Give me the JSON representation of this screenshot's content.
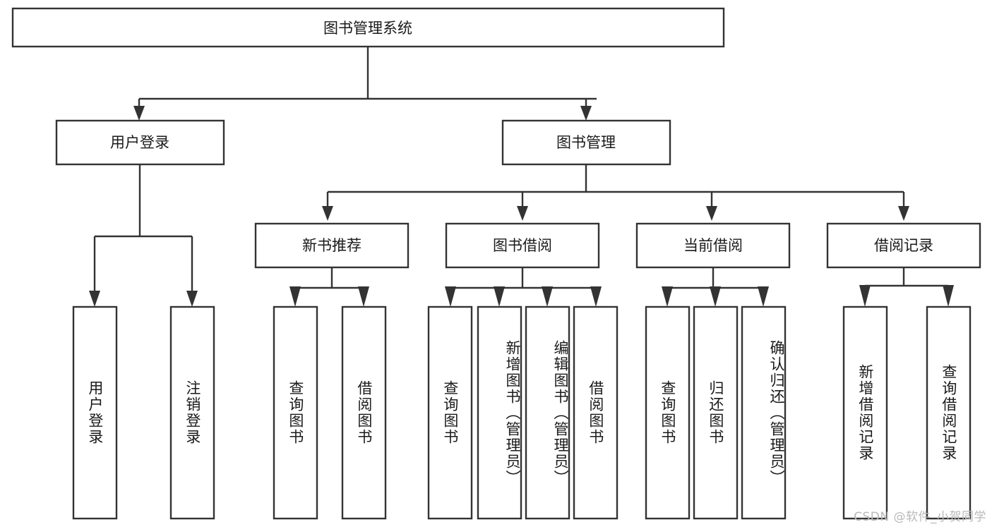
{
  "diagram": {
    "type": "tree-hierarchy",
    "title": "图书管理系统",
    "watermark": "CSDN @软件_小贺同学",
    "colors": {
      "background": "#ffffff",
      "box_fill": "#ffffff",
      "box_stroke": "#333333",
      "text": "#1a1a1a",
      "watermark": "#b9b9b9"
    },
    "levels": {
      "root": {
        "label": "图书管理系统",
        "orientation": "horizontal"
      },
      "level2": {
        "orientation": "horizontal"
      },
      "level3": {
        "orientation": "horizontal"
      },
      "leaf": {
        "orientation": "vertical"
      }
    },
    "nodes": {
      "root": {
        "id": "root",
        "label": "图书管理系统"
      },
      "level2": [
        {
          "id": "user-login",
          "label": "用户登录"
        },
        {
          "id": "book-management",
          "label": "图书管理"
        }
      ],
      "level3": [
        {
          "id": "new-book-recommend",
          "label": "新书推荐",
          "parent": "book-management"
        },
        {
          "id": "book-borrow",
          "label": "图书借阅",
          "parent": "book-management"
        },
        {
          "id": "current-borrow",
          "label": "当前借阅",
          "parent": "book-management"
        },
        {
          "id": "borrow-record",
          "label": "借阅记录",
          "parent": "book-management"
        }
      ],
      "leaves": [
        {
          "id": "leaf-user-login",
          "label": "用户登录",
          "parent": "user-login"
        },
        {
          "id": "leaf-logout-login",
          "label": "注销登录",
          "parent": "user-login"
        },
        {
          "id": "leaf-query-book-1",
          "label": "查询图书",
          "parent": "new-book-recommend"
        },
        {
          "id": "leaf-borrow-book-1",
          "label": "借阅图书",
          "parent": "new-book-recommend"
        },
        {
          "id": "leaf-query-book-2",
          "label": "查询图书",
          "parent": "book-borrow"
        },
        {
          "id": "leaf-add-book",
          "label": "新增图书（管理员）",
          "parent": "book-borrow"
        },
        {
          "id": "leaf-edit-book",
          "label": "编辑图书（管理员）",
          "parent": "book-borrow"
        },
        {
          "id": "leaf-borrow-book-2",
          "label": "借阅图书",
          "parent": "book-borrow"
        },
        {
          "id": "leaf-query-book-3",
          "label": "查询图书",
          "parent": "current-borrow"
        },
        {
          "id": "leaf-return-book",
          "label": "归还图书",
          "parent": "current-borrow"
        },
        {
          "id": "leaf-confirm-return",
          "label": "确认归还（管理员）",
          "parent": "current-borrow"
        },
        {
          "id": "leaf-add-record",
          "label": "新增借阅记录",
          "parent": "borrow-record"
        },
        {
          "id": "leaf-query-record",
          "label": "查询借阅记录",
          "parent": "borrow-record"
        }
      ]
    }
  }
}
